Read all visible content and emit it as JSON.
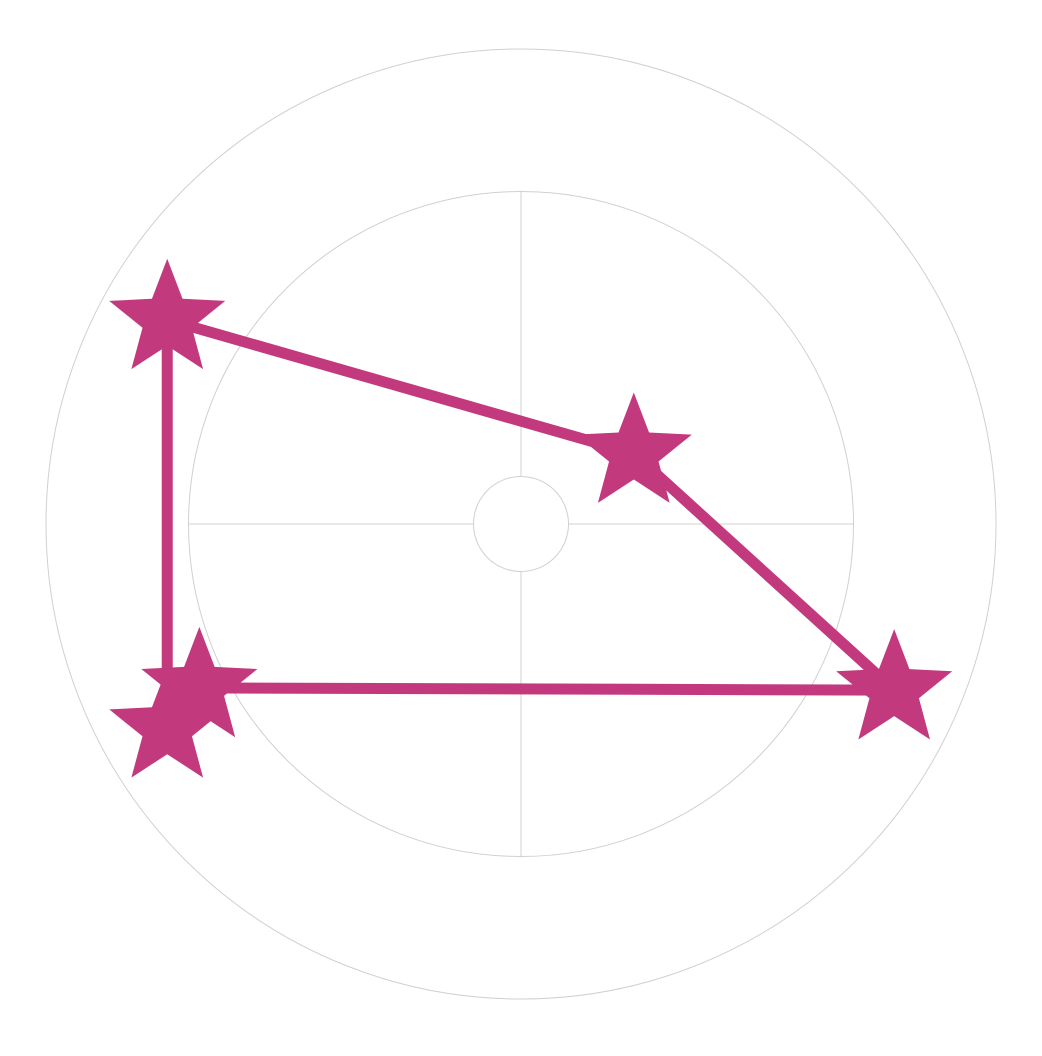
{
  "chart_data": {
    "type": "scatter",
    "subtype": "polar",
    "title": "",
    "grid": true,
    "axis_labels_shown": false,
    "radial_range": [
      0,
      1
    ],
    "ring_values": [
      0.1,
      0.7,
      1.0
    ],
    "spokes_deg": [
      0,
      90,
      180,
      270
    ],
    "series": [
      {
        "color": "#c2397e",
        "marker": "star",
        "mode": "lines+markers",
        "closed": false,
        "points": [
          {
            "theta": 210,
            "r": 0.86
          },
          {
            "theta": 150,
            "r": 0.86
          },
          {
            "theta": 32,
            "r": 0.28
          },
          {
            "theta": 336,
            "r": 0.86
          },
          {
            "theta": 207,
            "r": 0.76
          }
        ]
      }
    ]
  }
}
